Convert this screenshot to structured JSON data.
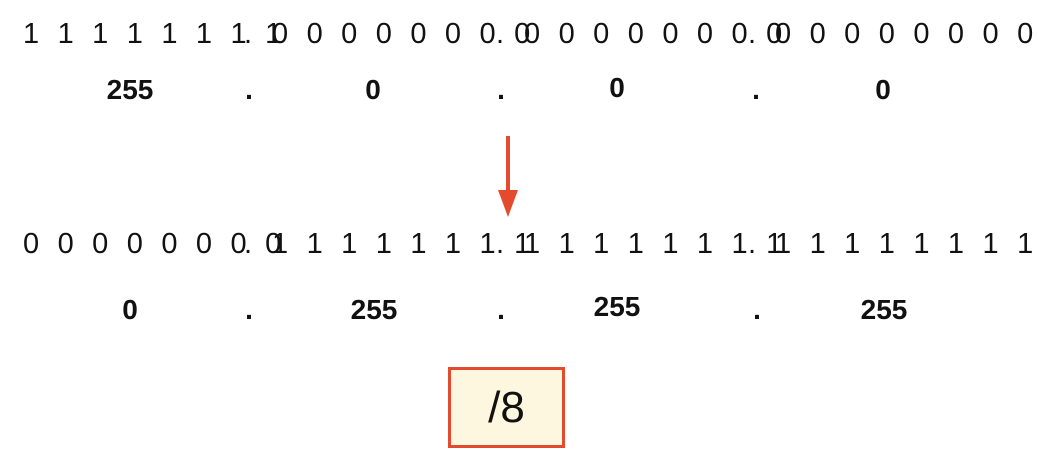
{
  "mask": {
    "binary": [
      "1 1 1 1 1 1 1 1",
      ".",
      "0 0 0 0 0 0 0 0",
      ".",
      "0 0 0 0 0 0 0 0",
      ".",
      "0 0 0 0 0 0 0 0"
    ],
    "decimal": [
      "255",
      ".",
      "0",
      ".",
      "0",
      ".",
      "0"
    ]
  },
  "wildcard": {
    "binary": [
      "0 0 0 0 0 0 0 0",
      ".",
      "1 1 1 1 1 1 1 1",
      ".",
      "1 1 1 1 1 1 1 1",
      ".",
      "1 1 1 1 1 1 1 1"
    ],
    "decimal": [
      "0",
      ".",
      "255",
      ".",
      "255",
      ".",
      "255"
    ]
  },
  "cidr": "/8",
  "colors": {
    "accent": "#e44b2e",
    "box_fill": "#fdf7df",
    "text": "#111111"
  },
  "icons": {
    "arrow": "arrow-down-icon"
  }
}
